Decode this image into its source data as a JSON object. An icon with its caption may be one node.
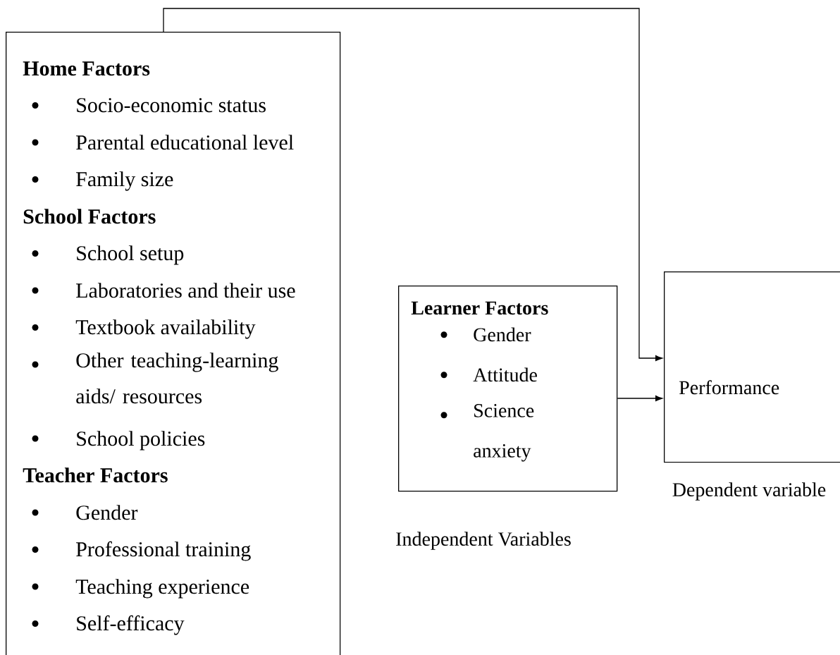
{
  "diagram": {
    "nodes": [
      {
        "text": [
          "Home Factors",
          "Socio-economic status",
          "Parental educational level",
          "Family size",
          "School Factors",
          "School setup",
          "Laboratories and their use",
          "Textbook availability",
          "Other teaching-learning aids/ resources",
          "School policies",
          "Teacher Factors",
          "Gender",
          "Professional training",
          "Teaching experience",
          "Self-efficacy"
        ]
      },
      {
        "text": [
          "Learner Factors",
          "Gender",
          "Attitude",
          "Science anxiety"
        ]
      },
      {
        "text": [
          "Performance"
        ]
      }
    ],
    "edges": [
      {
        "from": 0,
        "to": 2,
        "arrow": "to"
      },
      {
        "from": 1,
        "to": 2,
        "arrow": "to"
      }
    ],
    "labels": [
      "Dependent variable",
      "Independent Variables"
    ]
  }
}
